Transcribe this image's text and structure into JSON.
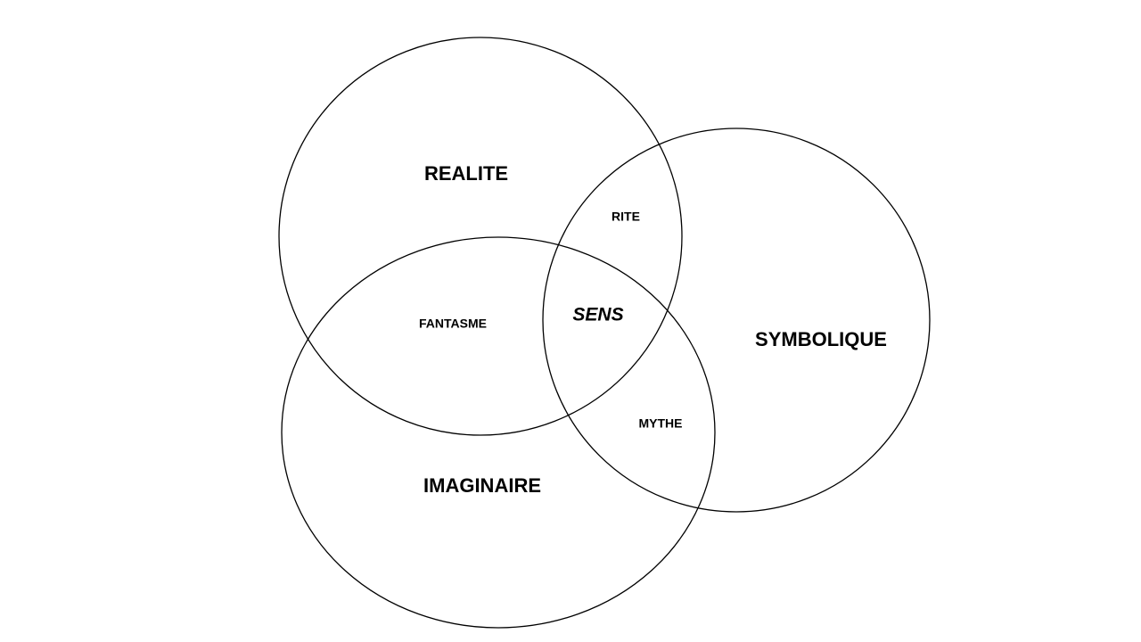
{
  "diagram": {
    "circles": {
      "realite": "REALITE",
      "symbolique": "SYMBOLIQUE",
      "imaginaire": "IMAGINAIRE"
    },
    "intersections": {
      "realite_symbolique": "RITE",
      "realite_imaginaire": "FANTASME",
      "symbolique_imaginaire": "MYTHE",
      "center": "SENS"
    },
    "colors": {
      "stroke": "#000000",
      "background": "#ffffff",
      "text": "#000000"
    }
  }
}
